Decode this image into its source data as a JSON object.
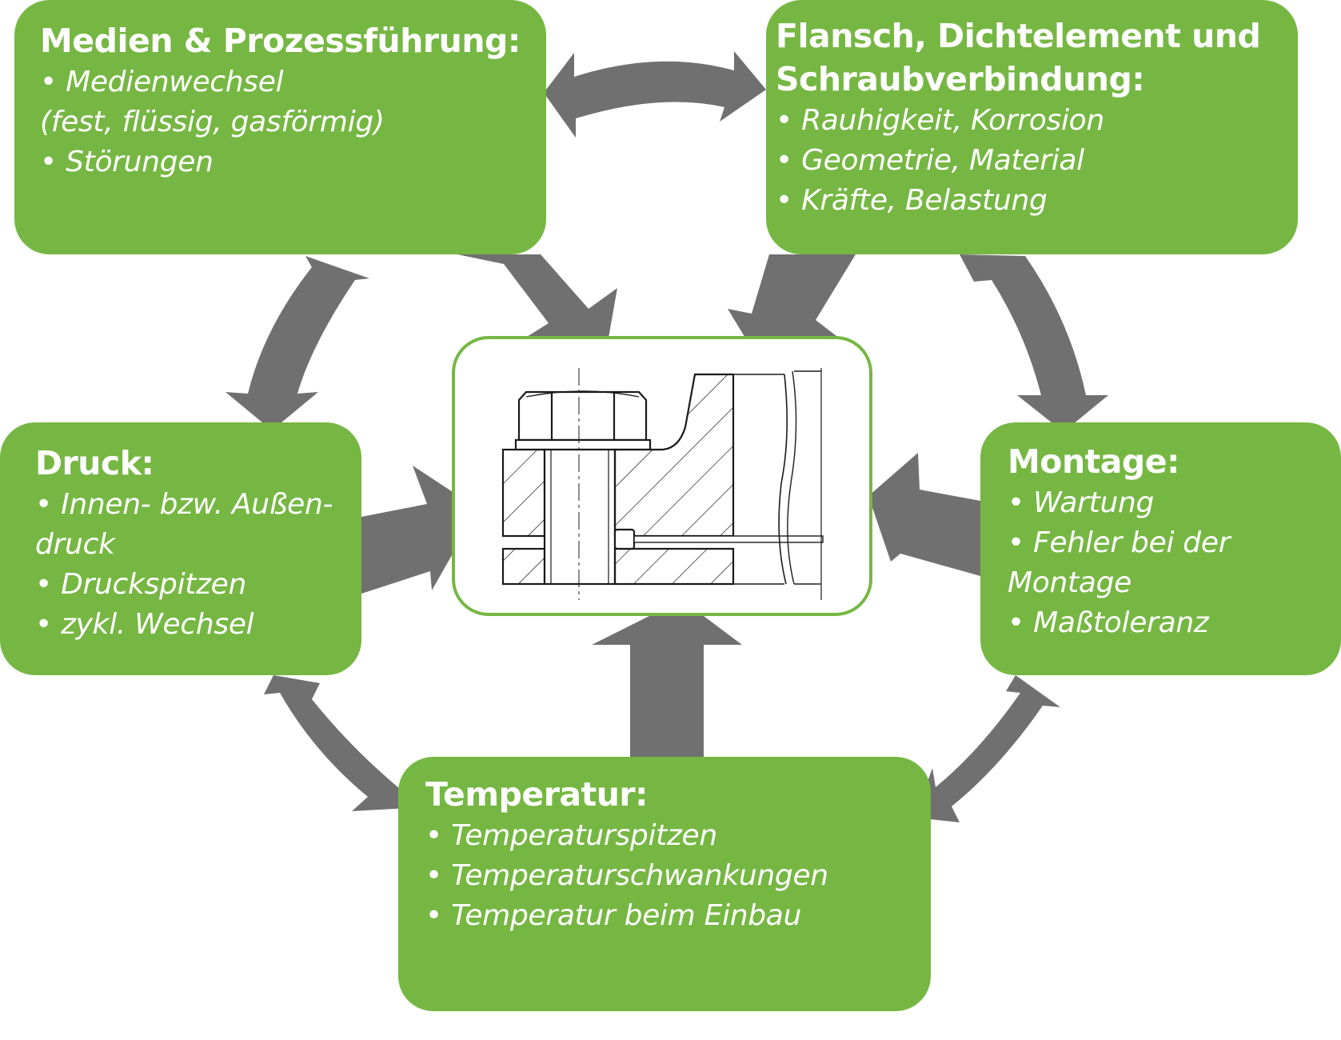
{
  "colors": {
    "box_green": "#76b743",
    "arrow_gray": "#707070",
    "text_white": "#ffffff",
    "drawing_line": "#1a1a1a"
  },
  "center": {
    "image": "flange-bolt-gasket-cross-section-drawing"
  },
  "boxes": {
    "medien": {
      "title": "Medien & Prozessführung:",
      "items": [
        "• Medienwechsel",
        "(fest, flüssig, gasförmig)",
        "• Störungen"
      ]
    },
    "flansch": {
      "title_lines": [
        "Flansch, Dichtelement und",
        "Schraubverbindung:"
      ],
      "items": [
        "• Rauhigkeit,  Korrosion",
        "• Geometrie, Material",
        "• Kräfte, Belastung"
      ]
    },
    "druck": {
      "title": "Druck:",
      "items": [
        "• Innen- bzw. Außen-",
        "druck",
        "• Druckspitzen",
        "• zykl. Wechsel"
      ]
    },
    "montage": {
      "title": "Montage:",
      "items": [
        "• Wartung",
        "• Fehler bei der",
        "Montage",
        "• Maßtoleranz"
      ]
    },
    "temperatur": {
      "title": "Temperatur:",
      "items": [
        "• Temperaturspitzen",
        "• Temperaturschwankungen",
        "• Temperatur beim Einbau"
      ]
    }
  }
}
